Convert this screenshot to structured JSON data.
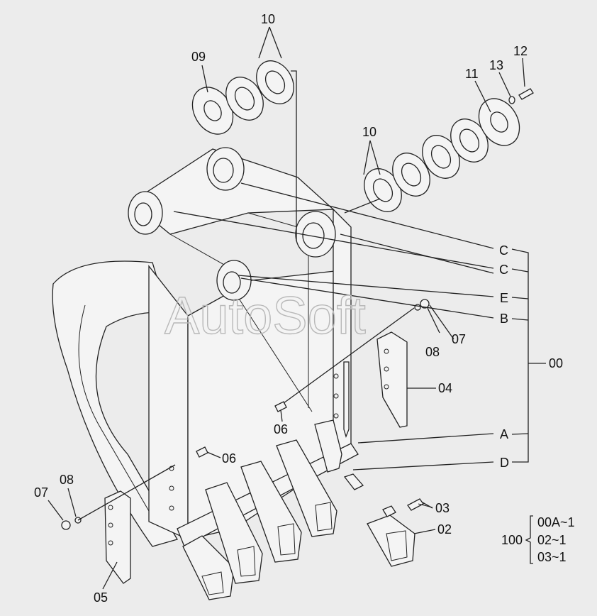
{
  "watermark": "AutoSoft",
  "callouts": {
    "p00": "00",
    "p02": "02",
    "p03": "03",
    "p04": "04",
    "p05": "05",
    "p06a": "06",
    "p06b": "06",
    "p07a": "07",
    "p07b": "07",
    "p08a": "08",
    "p08b": "08",
    "p09": "09",
    "p10a": "10",
    "p10b": "10",
    "p11": "11",
    "p12": "12",
    "p13": "13"
  },
  "reference_letters": [
    "C",
    "C",
    "E",
    "B",
    "A",
    "D"
  ],
  "assembly_table": {
    "parent": "100",
    "rows": [
      "00A~1",
      "02~1",
      "03~1"
    ]
  }
}
